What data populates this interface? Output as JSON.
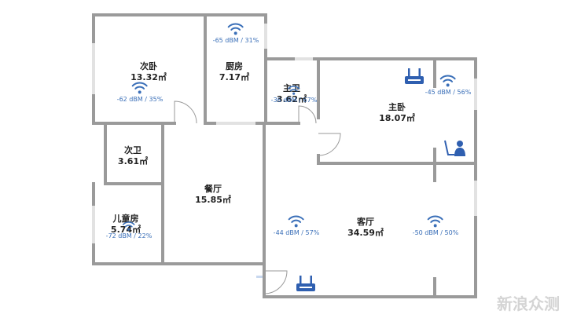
{
  "rooms": [
    {
      "name": "次卧",
      "area": "13.32㎡"
    },
    {
      "name": "厨房",
      "area": "7.17㎡"
    },
    {
      "name": "主卫",
      "area": "3.62㎡"
    },
    {
      "name": "主卧",
      "area": "18.07㎡"
    },
    {
      "name": "次卫",
      "area": "3.61㎡"
    },
    {
      "name": "餐厅",
      "area": "15.85㎡"
    },
    {
      "name": "儿童房",
      "area": "5.74㎡"
    },
    {
      "name": "客厅",
      "area": "34.59㎡"
    }
  ],
  "wifi": [
    {
      "text": "-65 dBM / 31%"
    },
    {
      "text": "-62 dBM / 35%"
    },
    {
      "text": "-36 dBM / 67%"
    },
    {
      "text": "-45 dBM / 56%"
    },
    {
      "text": "-72 dBM / 22%"
    },
    {
      "text": "-44 dBM / 57%"
    },
    {
      "text": "-50 dBM / 50%"
    }
  ],
  "icons": {
    "wifi": "wifi-icon",
    "router": "router-icon",
    "person": "person-at-desk-icon"
  },
  "colors": {
    "wall": "#9a9a9a",
    "signal": "#3a6fb8",
    "router": "#2f5fb0"
  },
  "watermark": "新浪众测"
}
